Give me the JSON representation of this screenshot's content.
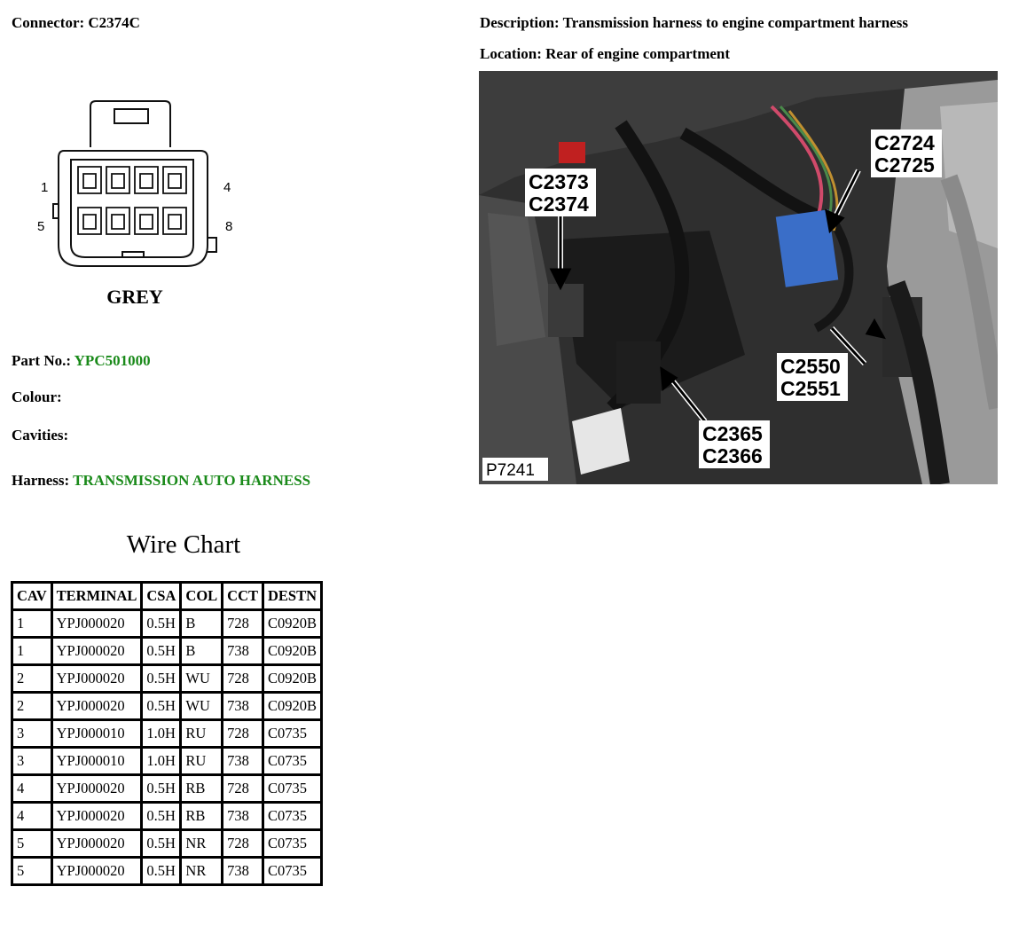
{
  "connector": {
    "label": "Connector:",
    "value": "C2374C"
  },
  "description": {
    "label": "Description:",
    "value": "Transmission harness to engine compartment harness"
  },
  "location": {
    "label": "Location:",
    "value": "Rear of engine compartment"
  },
  "part_no": {
    "label": "Part No.:",
    "value": "YPC501000"
  },
  "colour": {
    "label": "Colour:",
    "value": ""
  },
  "cavities": {
    "label": "Cavities:",
    "value": ""
  },
  "harness": {
    "label": "Harness:",
    "value": "TRANSMISSION AUTO HARNESS"
  },
  "connector_diagram": {
    "pin_labels": {
      "top_left": "1",
      "top_right": "4",
      "bottom_left": "5",
      "bottom_right": "8"
    },
    "colour_label": "GREY"
  },
  "photo": {
    "callouts": [
      {
        "line1": "C2373",
        "line2": "C2374"
      },
      {
        "line1": "C2724",
        "line2": "C2725"
      },
      {
        "line1": "C2550",
        "line2": "C2551"
      },
      {
        "line1": "C2365",
        "line2": "C2366"
      }
    ],
    "ref": "P7241"
  },
  "wire_chart": {
    "title": "Wire Chart",
    "headers": [
      "CAV",
      "TERMINAL",
      "CSA",
      "COL",
      "CCT",
      "DESTN"
    ],
    "rows": [
      [
        "1",
        "YPJ000020",
        "0.5H",
        "B",
        "728",
        "C0920B"
      ],
      [
        "1",
        "YPJ000020",
        "0.5H",
        "B",
        "738",
        "C0920B"
      ],
      [
        "2",
        "YPJ000020",
        "0.5H",
        "WU",
        "728",
        "C0920B"
      ],
      [
        "2",
        "YPJ000020",
        "0.5H",
        "WU",
        "738",
        "C0920B"
      ],
      [
        "3",
        "YPJ000010",
        "1.0H",
        "RU",
        "728",
        "C0735"
      ],
      [
        "3",
        "YPJ000010",
        "1.0H",
        "RU",
        "738",
        "C0735"
      ],
      [
        "4",
        "YPJ000020",
        "0.5H",
        "RB",
        "728",
        "C0735"
      ],
      [
        "4",
        "YPJ000020",
        "0.5H",
        "RB",
        "738",
        "C0735"
      ],
      [
        "5",
        "YPJ000020",
        "0.5H",
        "NR",
        "728",
        "C0735"
      ],
      [
        "5",
        "YPJ000020",
        "0.5H",
        "NR",
        "738",
        "C0735"
      ]
    ]
  },
  "colors": {
    "accent_green": "#1a8a1a"
  }
}
